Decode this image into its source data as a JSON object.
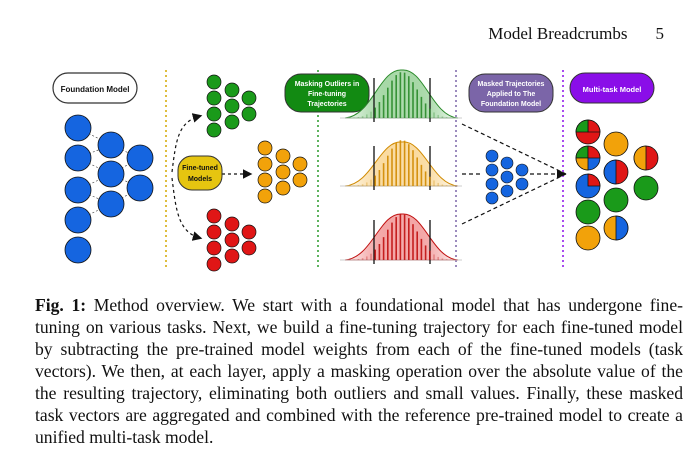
{
  "header": {
    "title": "Model Breadcrumbs",
    "page_number": "5"
  },
  "figure": {
    "labels": {
      "foundation": "Foundation Model",
      "finetuned_line1": "Fine-tuned",
      "finetuned_line2": "Models",
      "masking_line1": "Masking Outliers in",
      "masking_line2": "Fine-tuning",
      "masking_line3": "Trajectories",
      "masked_line1": "Masked Trajectories",
      "masked_line2": "Applied to The",
      "masked_line3": "Foundation Model",
      "multitask": "Multi-task Model"
    },
    "colors": {
      "blue": "#1565e0",
      "green": "#1a9a1a",
      "orange": "#f2a20a",
      "red": "#e01616",
      "foundation_box": "#ffffff",
      "finetuned_box": "#e6c510",
      "masking_box": "#128a12",
      "masked_box": "#7b65a8",
      "multitask_box": "#8a0ee8"
    }
  },
  "caption": {
    "label": "Fig. 1:",
    "text": " Method overview. We start with a foundational model that has undergone fine-tuning on various tasks. Next, we build a fine-tuning trajectory for each fine-tuned model by subtracting the pre-trained model weights from each of the fine-tuned models (task vectors). We then, at each layer, apply a masking operation over the absolute value of the the resulting trajectory, eliminating both outliers and small values. Finally, these masked task vectors are aggregated and combined with the reference pre-trained model to create a unified multi-task model."
  }
}
